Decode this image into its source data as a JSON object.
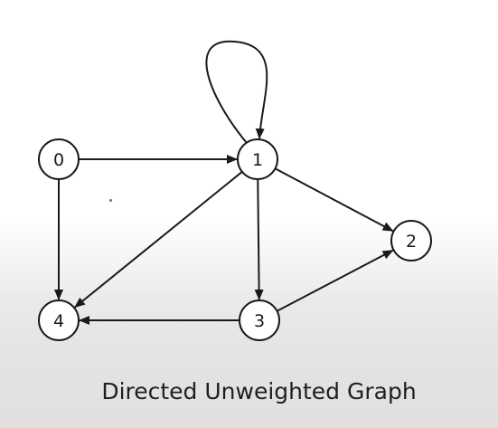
{
  "caption": "Directed Unweighted Graph",
  "graph": {
    "nodes": [
      {
        "id": "0",
        "label": "0"
      },
      {
        "id": "1",
        "label": "1"
      },
      {
        "id": "2",
        "label": "2"
      },
      {
        "id": "3",
        "label": "3"
      },
      {
        "id": "4",
        "label": "4"
      }
    ],
    "edges": [
      {
        "from": "0",
        "to": "1"
      },
      {
        "from": "0",
        "to": "4"
      },
      {
        "from": "1",
        "to": "1"
      },
      {
        "from": "1",
        "to": "2"
      },
      {
        "from": "1",
        "to": "3"
      },
      {
        "from": "1",
        "to": "4"
      },
      {
        "from": "3",
        "to": "2"
      },
      {
        "from": "3",
        "to": "4"
      }
    ],
    "directed": true,
    "weighted": false
  }
}
